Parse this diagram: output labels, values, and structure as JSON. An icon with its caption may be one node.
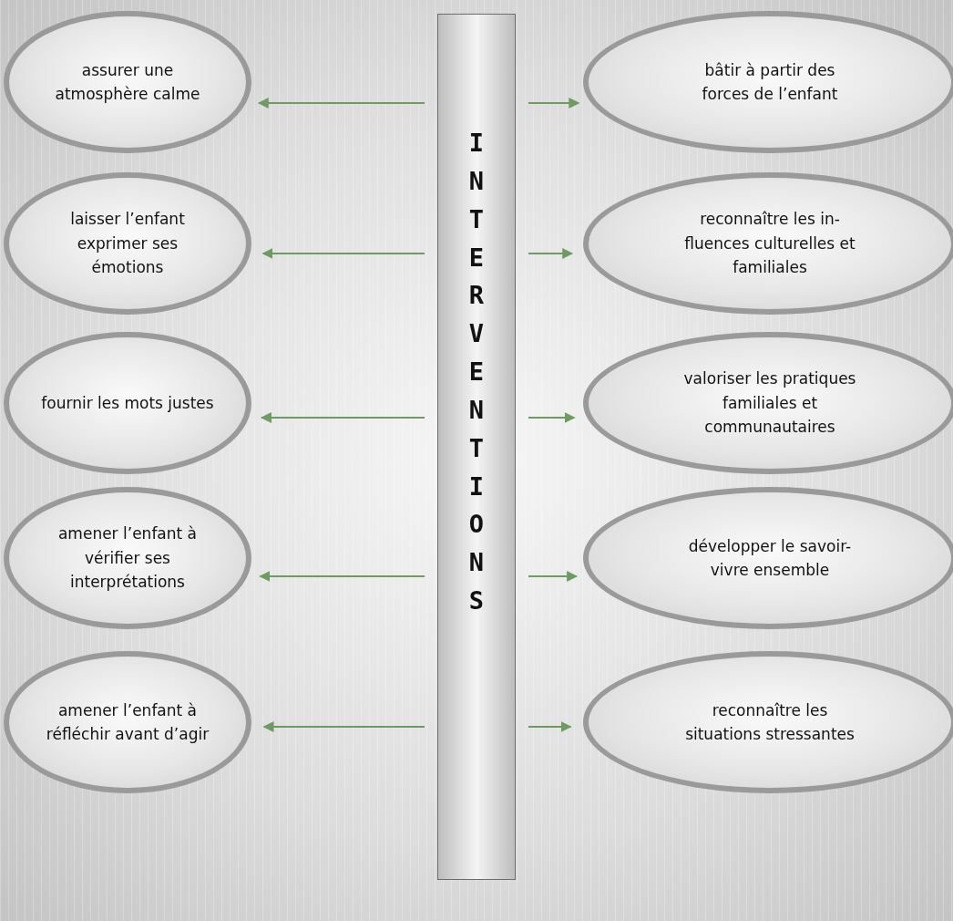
{
  "diagram": {
    "nodes": [
      {
        "text": [
          "INTERVENTIONS"
        ]
      },
      {
        "text": [
          "assurer une atmosphère calme"
        ]
      },
      {
        "text": [
          "bâtir à partir des forces de l’enfant"
        ]
      },
      {
        "text": [
          "laisser l’enfant exprimer ses émotions"
        ]
      },
      {
        "text": [
          "reconnaître les in-fluences culturelles et familiales"
        ]
      },
      {
        "text": [
          "fournir les mots justes"
        ]
      },
      {
        "text": [
          "valoriser les pratiques familiales et communautaires"
        ]
      },
      {
        "text": [
          "amener l’enfant à vérifier ses interprétations"
        ]
      },
      {
        "text": [
          "développer le savoir-vivre ensemble"
        ]
      },
      {
        "text": [
          "amener l’enfant à réfléchir avant d’agir"
        ]
      },
      {
        "text": [
          "reconnaître les situations stressantes"
        ]
      }
    ],
    "edges": [
      {
        "from": 0,
        "to": 1,
        "arrow": "to"
      },
      {
        "from": 0,
        "to": 2,
        "arrow": "to"
      },
      {
        "from": 0,
        "to": 3,
        "arrow": "to"
      },
      {
        "from": 0,
        "to": 4,
        "arrow": "to"
      },
      {
        "from": 0,
        "to": 5,
        "arrow": "to"
      },
      {
        "from": 0,
        "to": 6,
        "arrow": "to"
      },
      {
        "from": 0,
        "to": 7,
        "arrow": "to"
      },
      {
        "from": 0,
        "to": 8,
        "arrow": "to"
      },
      {
        "from": 0,
        "to": 9,
        "arrow": "to"
      },
      {
        "from": 0,
        "to": 10,
        "arrow": "to"
      }
    ]
  }
}
